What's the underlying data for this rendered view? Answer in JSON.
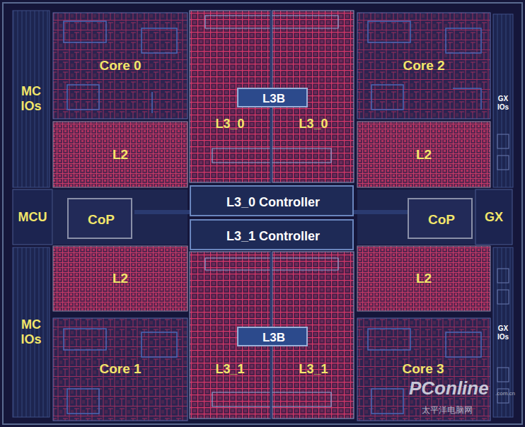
{
  "diagram": {
    "nodes": [
      {
        "text": [
          "MC IOs"
        ]
      },
      {
        "text": [
          "Core 0"
        ]
      },
      {
        "text": [
          "L3_0"
        ]
      },
      {
        "text": [
          "L3_0"
        ]
      },
      {
        "text": [
          "L3B"
        ]
      },
      {
        "text": [
          "Core 2"
        ]
      },
      {
        "text": [
          "GX IOs"
        ]
      },
      {
        "text": [
          "L2"
        ]
      },
      {
        "text": [
          "L2"
        ]
      },
      {
        "text": [
          "MCU"
        ]
      },
      {
        "text": [
          "CoP"
        ]
      },
      {
        "text": [
          "L3_0 Controller"
        ]
      },
      {
        "text": [
          "L3_1 Controller"
        ]
      },
      {
        "text": [
          "CoP"
        ]
      },
      {
        "text": [
          "GX"
        ]
      },
      {
        "text": [
          "L2"
        ]
      },
      {
        "text": [
          "L2"
        ]
      },
      {
        "text": [
          "MC IOs"
        ]
      },
      {
        "text": [
          "Core 1"
        ]
      },
      {
        "text": [
          "L3_1"
        ]
      },
      {
        "text": [
          "L3_1"
        ]
      },
      {
        "text": [
          "L3B"
        ]
      },
      {
        "text": [
          "Core 3"
        ]
      },
      {
        "text": [
          "GX IOs"
        ]
      }
    ],
    "labels": [
      "PConline",
      ".com.cn",
      "太平洋电脑网"
    ]
  }
}
